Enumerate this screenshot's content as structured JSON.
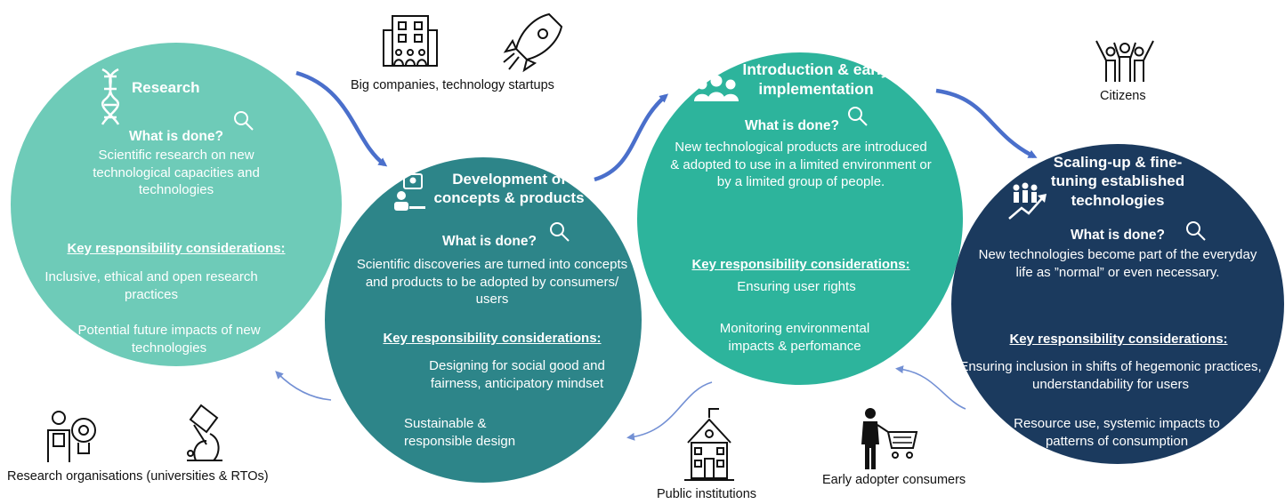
{
  "colors": {
    "research": "#6ecbb8",
    "development": "#2d8589",
    "introduction": "#2db49c",
    "scaling": "#1b3a5e",
    "arrow_main": "#4a6fcb",
    "arrow_thin": "#7390d4"
  },
  "stages": [
    {
      "id": "research",
      "icon": "dna-icon",
      "title": "Research",
      "question": "What is done?",
      "description": "Scientific research on new technological capacities and technologies",
      "key_label": "Key responsibility considerations:",
      "considerations": [
        "Inclusive, ethical and open research practices",
        "Potential future impacts of new technologies"
      ]
    },
    {
      "id": "development",
      "icon": "lightbulb-person-icon",
      "title": "Development of concepts & products",
      "question": "What is done?",
      "description": "Scientific discoveries are turned into concepts and  products to be adopted by consumers/ users",
      "key_label": "Key responsibility considerations:",
      "considerations": [
        "Designing for social good and fairness, anticipatory mindset",
        "Sustainable & responsible design"
      ]
    },
    {
      "id": "introduction",
      "icon": "group-icon",
      "title": "Introduction & early implementation",
      "question": "What is done?",
      "description": "New technological products are introduced & adopted to use in a limited environment or by a limited group of people.",
      "key_label": "Key responsibility considerations:",
      "considerations": [
        "Ensuring user rights",
        "Monitoring environmental impacts & perfomance"
      ]
    },
    {
      "id": "scaling",
      "icon": "growth-people-icon",
      "title": "Scaling-up & fine-tuning established technologies",
      "question": "What is done?",
      "description": "New technologies become part of the everyday life as ”normal” or even necessary.",
      "key_label": "Key responsibility considerations:",
      "considerations": [
        "Ensuring inclusion in shifts of hegemonic practices, understandability for users",
        "Resource use, systemic impacts to patterns of consumption"
      ]
    }
  ],
  "actors": [
    {
      "id": "big-companies",
      "label": "Big companies, technology startups",
      "icons": [
        "office-building-icon",
        "rocket-icon"
      ]
    },
    {
      "id": "citizens",
      "label": "Citizens",
      "icons": [
        "citizens-icon"
      ]
    },
    {
      "id": "research-orgs",
      "label": "Research organisations (universities & RTOs)",
      "icons": [
        "researcher-icon",
        "microscope-icon"
      ]
    },
    {
      "id": "public-institutions",
      "label": "Public institutions",
      "icons": [
        "school-building-icon"
      ]
    },
    {
      "id": "early-adopters",
      "label": "Early adopter consumers",
      "icons": [
        "shopper-cart-icon"
      ]
    }
  ]
}
